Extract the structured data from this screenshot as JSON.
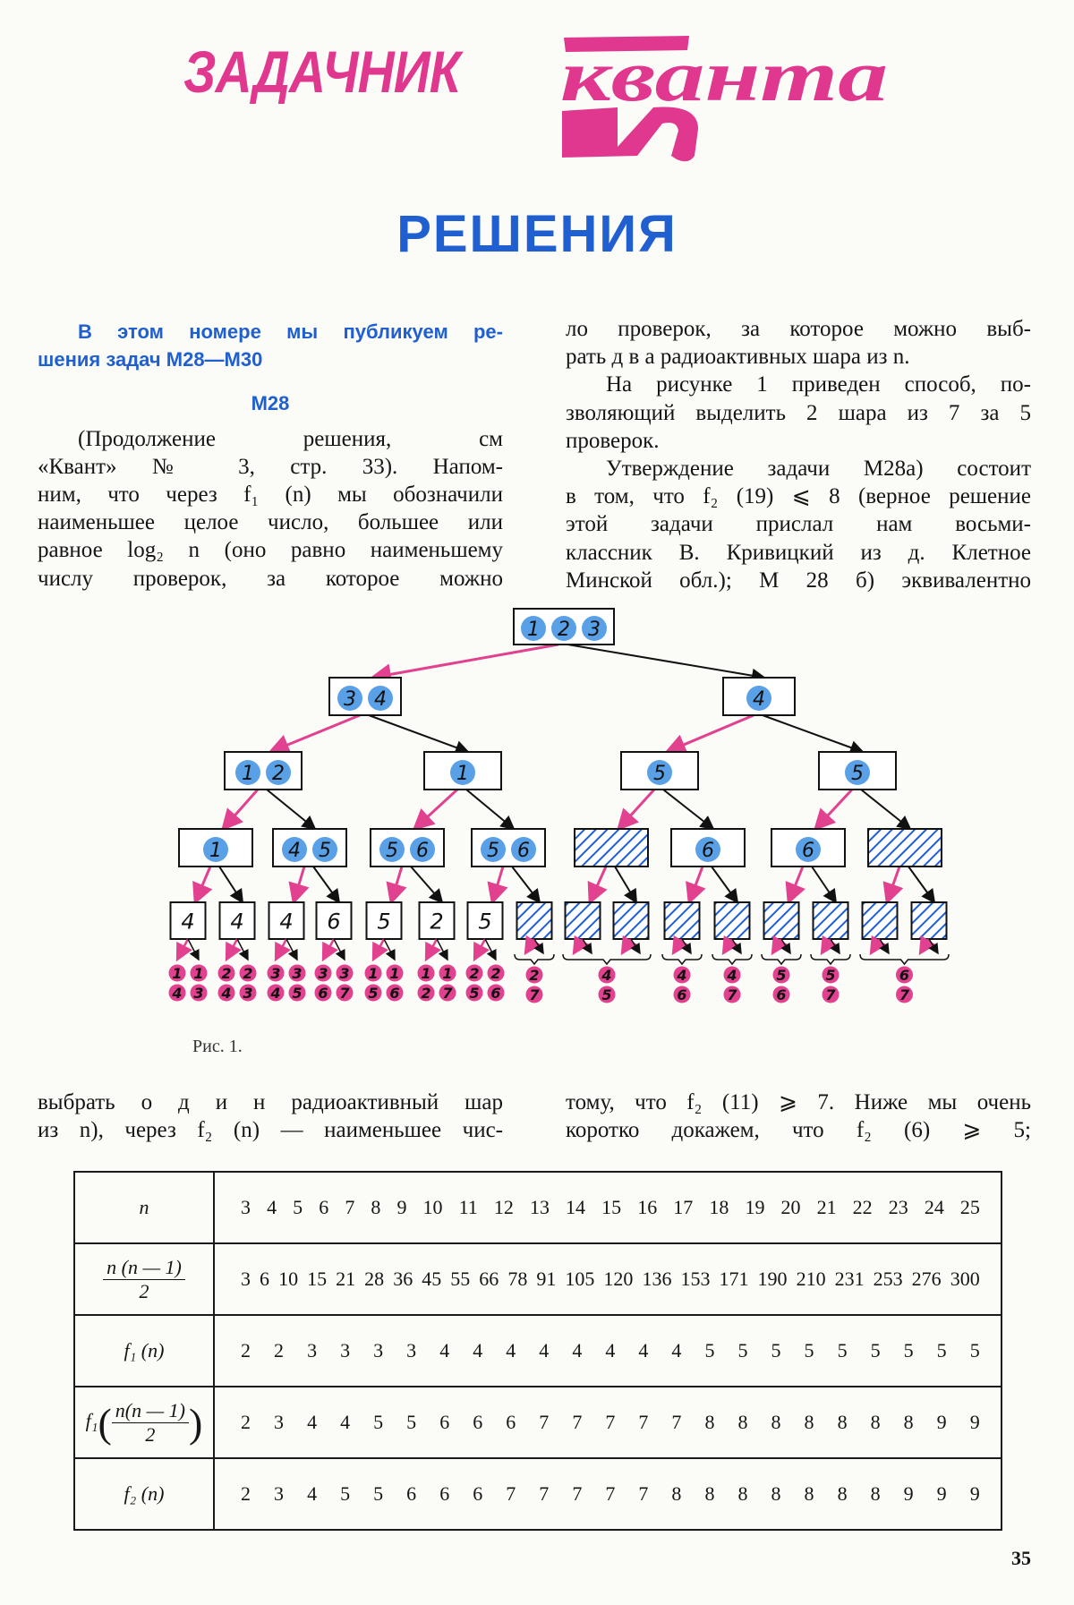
{
  "header": {
    "rubric": "ЗАДАЧНИК",
    "magazine": "кванта",
    "title": "РЕШЕНИЯ"
  },
  "intro": [
    "В этом номере мы публикуем ре-",
    "шения задач М28—М30"
  ],
  "problem_heading": "М28",
  "left_column": [
    "(Продолжение решения, см",
    "«Квант» № 3, стр. 33). Напом-",
    "ним, что через f₁ (n) мы обозначили",
    "наименьшее целое число, большее или",
    "равное log₂ n (оно равно наименьшему",
    "числу проверок, за которое можно"
  ],
  "right_column": [
    "ло проверок, за которое можно выб-",
    "рать д в а радиоактивных шара из n.",
    "На рисунке 1 приведен способ, по-",
    "зволяющий выделить 2 шара из 7 за 5",
    "проверок.",
    "Утверждение задачи М28а) состоит",
    "в том, что f₂ (19) ⩽ 8 (верное решение",
    "этой задачи прислал нам восьми-",
    "классник В. Кривицкий из д. Клетное",
    "Минской обл.); М 28 б) эквивалентно"
  ],
  "figure": {
    "caption": "Рис. 1.",
    "colors": {
      "pink": "#e2418f",
      "ball": "#3d8fe2",
      "hatch": "#1f5fd6"
    },
    "levels": [
      [
        {
          "balls": [
            "1",
            "2",
            "3"
          ]
        }
      ],
      [
        {
          "balls": [
            "3",
            "4"
          ]
        },
        {
          "balls": [
            "4"
          ]
        }
      ],
      [
        {
          "balls": [
            "1",
            "2"
          ]
        },
        {
          "balls": [
            "1"
          ]
        },
        {
          "balls": [
            "5"
          ]
        },
        {
          "balls": [
            "5"
          ]
        }
      ],
      [
        {
          "balls": [
            "1"
          ]
        },
        {
          "balls": [
            "4",
            "5"
          ]
        },
        {
          "balls": [
            "5",
            "6"
          ]
        },
        {
          "balls": [
            "5",
            "6"
          ]
        },
        {
          "hatched": true
        },
        {
          "balls": [
            "6"
          ]
        },
        {
          "balls": [
            "6"
          ]
        },
        {
          "hatched": true
        }
      ],
      [
        {
          "label": "4"
        },
        {
          "label": "4"
        },
        {
          "label": "4"
        },
        {
          "label": "6"
        },
        {
          "label": "5"
        },
        {
          "label": "2"
        },
        {
          "label": "5"
        },
        {
          "hatched": true
        },
        {
          "hatched": true
        },
        {
          "hatched": true
        },
        {
          "hatched": true
        },
        {
          "hatched": true
        },
        {
          "hatched": true
        },
        {
          "hatched": true
        },
        {
          "hatched": true
        },
        {
          "hatched": true
        }
      ]
    ],
    "results": [
      {
        "boxes": [
          0
        ],
        "pairs": [
          [
            "1",
            "4"
          ],
          [
            "1",
            "3"
          ]
        ]
      },
      {
        "boxes": [
          1
        ],
        "pairs": [
          [
            "2",
            "4"
          ],
          [
            "2",
            "3"
          ]
        ]
      },
      {
        "boxes": [
          2
        ],
        "pairs": [
          [
            "3",
            "4"
          ],
          [
            "3",
            "5"
          ]
        ]
      },
      {
        "boxes": [
          3
        ],
        "pairs": [
          [
            "3",
            "6"
          ],
          [
            "3",
            "7"
          ]
        ]
      },
      {
        "boxes": [
          4
        ],
        "pairs": [
          [
            "1",
            "5"
          ],
          [
            "1",
            "6"
          ]
        ]
      },
      {
        "boxes": [
          5
        ],
        "pairs": [
          [
            "1",
            "2"
          ],
          [
            "1",
            "7"
          ]
        ]
      },
      {
        "boxes": [
          6
        ],
        "pairs": [
          [
            "2",
            "5"
          ],
          [
            "2",
            "6"
          ]
        ]
      },
      {
        "boxes": [
          7
        ],
        "pairs": [
          [
            "2",
            "7"
          ]
        ]
      },
      {
        "boxes": [
          8,
          9
        ],
        "pairs": [
          [
            "4",
            "5"
          ]
        ]
      },
      {
        "boxes": [
          10
        ],
        "pairs": [
          [
            "4",
            "6"
          ]
        ]
      },
      {
        "boxes": [
          11
        ],
        "pairs": [
          [
            "4",
            "7"
          ]
        ]
      },
      {
        "boxes": [
          12
        ],
        "pairs": [
          [
            "5",
            "6"
          ]
        ]
      },
      {
        "boxes": [
          13
        ],
        "pairs": [
          [
            "5",
            "7"
          ]
        ]
      },
      {
        "boxes": [
          14,
          15
        ],
        "pairs": [
          [
            "6",
            "7"
          ]
        ]
      }
    ]
  },
  "bottom_left": [
    "выбрать о д и н радиоактивный шар",
    "из n), через f₂ (n) — наименьшее чис-"
  ],
  "bottom_right": [
    "тому, что f₂ (11) ⩾ 7. Ниже мы очень",
    "коротко докажем, что f₂ (6) ⩾ 5;"
  ],
  "table": {
    "row_labels": {
      "n": "n",
      "pairs_num": "n (n — 1)",
      "pairs_den": "2",
      "f1": "f₁ (n)",
      "f1p_prefix": "f₁",
      "f1p_num": "n(n — 1)",
      "f1p_den": "2",
      "f2": "f₂ (n)"
    },
    "rows": {
      "n": [
        "3",
        "4",
        "5",
        "6",
        "7",
        "8",
        "9",
        "10",
        "11",
        "12",
        "13",
        "14",
        "15",
        "16",
        "17",
        "18",
        "19",
        "20",
        "21",
        "22",
        "23",
        "24",
        "25"
      ],
      "pairs": [
        "3",
        "6",
        "10",
        "15",
        "21",
        "28",
        "36",
        "45",
        "55",
        "66",
        "78",
        "91",
        "105",
        "120",
        "136",
        "153",
        "171",
        "190",
        "210",
        "231",
        "253",
        "276",
        "300"
      ],
      "f1": [
        "2",
        "2",
        "3",
        "3",
        "3",
        "3",
        "4",
        "4",
        "4",
        "4",
        "4",
        "4",
        "4",
        "4",
        "5",
        "5",
        "5",
        "5",
        "5",
        "5",
        "5",
        "5",
        "5"
      ],
      "f1_pairs": [
        "2",
        "3",
        "4",
        "4",
        "5",
        "5",
        "6",
        "6",
        "6",
        "7",
        "7",
        "7",
        "7",
        "7",
        "8",
        "8",
        "8",
        "8",
        "8",
        "8",
        "8",
        "9",
        "9"
      ],
      "f2": [
        "2",
        "3",
        "4",
        "5",
        "5",
        "6",
        "6",
        "6",
        "7",
        "7",
        "7",
        "7",
        "7",
        "8",
        "8",
        "8",
        "8",
        "8",
        "8",
        "8",
        "9",
        "9",
        "9"
      ]
    }
  },
  "page_number": "35"
}
